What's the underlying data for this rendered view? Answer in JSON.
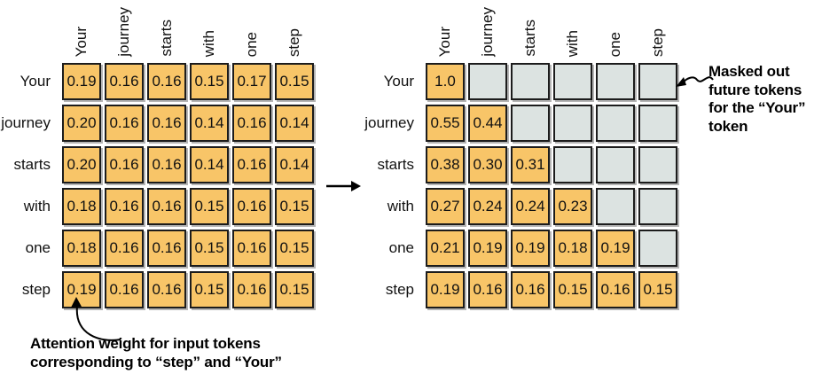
{
  "figure": {
    "tokens": [
      "Your",
      "journey",
      "starts",
      "with",
      "one",
      "step"
    ],
    "matrices": [
      {
        "name": "attention-weights-unmasked",
        "rows": [
          [
            "0.19",
            "0.16",
            "0.16",
            "0.15",
            "0.17",
            "0.15"
          ],
          [
            "0.20",
            "0.16",
            "0.16",
            "0.14",
            "0.16",
            "0.14"
          ],
          [
            "0.20",
            "0.16",
            "0.16",
            "0.14",
            "0.16",
            "0.14"
          ],
          [
            "0.18",
            "0.16",
            "0.16",
            "0.15",
            "0.16",
            "0.15"
          ],
          [
            "0.18",
            "0.16",
            "0.16",
            "0.15",
            "0.16",
            "0.15"
          ],
          [
            "0.19",
            "0.16",
            "0.16",
            "0.15",
            "0.16",
            "0.15"
          ]
        ]
      },
      {
        "name": "attention-weights-masked",
        "rows": [
          [
            "1.0",
            null,
            null,
            null,
            null,
            null
          ],
          [
            "0.55",
            "0.44",
            null,
            null,
            null,
            null
          ],
          [
            "0.38",
            "0.30",
            "0.31",
            null,
            null,
            null
          ],
          [
            "0.27",
            "0.24",
            "0.24",
            "0.23",
            null,
            null
          ],
          [
            "0.21",
            "0.19",
            "0.19",
            "0.18",
            "0.19",
            null
          ],
          [
            "0.19",
            "0.16",
            "0.16",
            "0.15",
            "0.16",
            "0.15"
          ]
        ]
      }
    ],
    "annotations": {
      "masked": "Masked out future tokens for the “Your” token",
      "attention": "Attention weight for input tokens corresponding to “step” and “Your”"
    },
    "colors": {
      "cell_fill": "#f8c568",
      "masked_fill": "#dce3e1",
      "border": "#1c1c1c",
      "shadow": "#b5b5b5"
    }
  }
}
